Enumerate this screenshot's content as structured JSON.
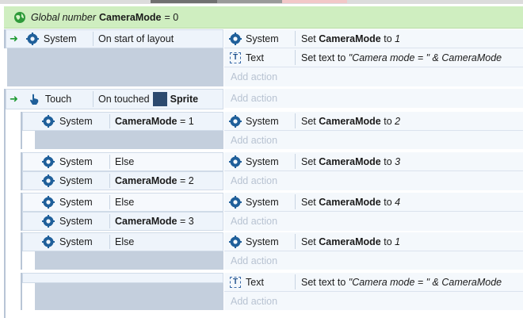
{
  "global": {
    "prefix": "Global number",
    "name": "CameraMode",
    "suffix": "= 0"
  },
  "events": {
    "e1": {
      "cond_obj": "System",
      "cond_text": "On start of layout",
      "actions": [
        {
          "obj": "System",
          "pre": "Set",
          "b": "CameraMode",
          "mid": "to",
          "val": "1"
        },
        {
          "obj": "Text",
          "pre": "Set text to",
          "val": "\"Camera mode = \" & CameraMode"
        }
      ],
      "add_action": "Add action"
    },
    "e2": {
      "cond_obj": "Touch",
      "cond_pre": "On touched",
      "cond_b": "Sprite",
      "add_action": "Add action"
    },
    "s1": {
      "cond_obj": "System",
      "cond_b": "CameraMode",
      "cond_rest": "= 1",
      "act_obj": "System",
      "act_pre": "Set",
      "act_b": "CameraMode",
      "act_mid": "to",
      "act_val": "2",
      "add_action": "Add action"
    },
    "s2": {
      "c1_obj": "System",
      "c1_text": "Else",
      "c2_obj": "System",
      "c2_b": "CameraMode",
      "c2_rest": "= 2",
      "act_obj": "System",
      "act_pre": "Set",
      "act_b": "CameraMode",
      "act_mid": "to",
      "act_val": "3",
      "add_action": "Add action"
    },
    "s3": {
      "c1_obj": "System",
      "c1_text": "Else",
      "c2_obj": "System",
      "c2_b": "CameraMode",
      "c2_rest": "= 3",
      "act_obj": "System",
      "act_pre": "Set",
      "act_b": "CameraMode",
      "act_mid": "to",
      "act_val": "4",
      "add_action": "Add action"
    },
    "s4": {
      "cond_obj": "System",
      "cond_text": "Else",
      "act_obj": "System",
      "act_pre": "Set",
      "act_b": "CameraMode",
      "act_mid": "to",
      "act_val": "1",
      "add_action": "Add action"
    },
    "s5": {
      "act_obj": "Text",
      "act_pre": "Set text to",
      "act_val": "\"Camera mode = \" & CameraMode",
      "add_action": "Add action"
    }
  }
}
